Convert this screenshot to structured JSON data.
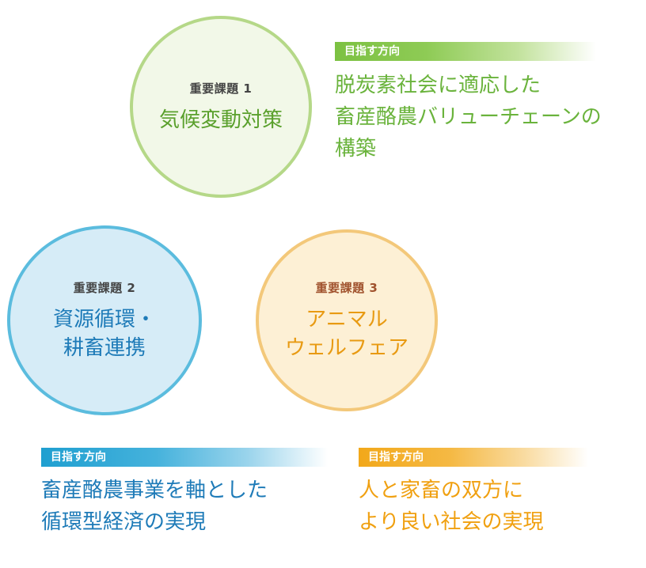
{
  "issue1": {
    "tag": "重要課題 1",
    "title_lines": [
      "気候変動対策"
    ],
    "direction_label": "目指す方向",
    "direction_lines": [
      "脱炭素社会に適応した",
      "畜産酪農バリューチェーンの",
      "構築"
    ]
  },
  "issue2": {
    "tag": "重要課題 2",
    "title_lines": [
      "資源循環・",
      "耕畜連携"
    ],
    "direction_label": "目指す方向",
    "direction_lines": [
      "畜産酪農事業を軸とした",
      "循環型経済の実現"
    ]
  },
  "issue3": {
    "tag": "重要課題 3",
    "title_lines": [
      "アニマル",
      "ウェルフェア"
    ],
    "direction_label": "目指す方向",
    "direction_lines": [
      "人と家畜の双方に",
      "より良い社会の実現"
    ]
  },
  "colors": {
    "issue1_accent": "#6ab33c",
    "issue2_accent": "#1e7bb8",
    "issue3_accent": "#f0a010"
  }
}
